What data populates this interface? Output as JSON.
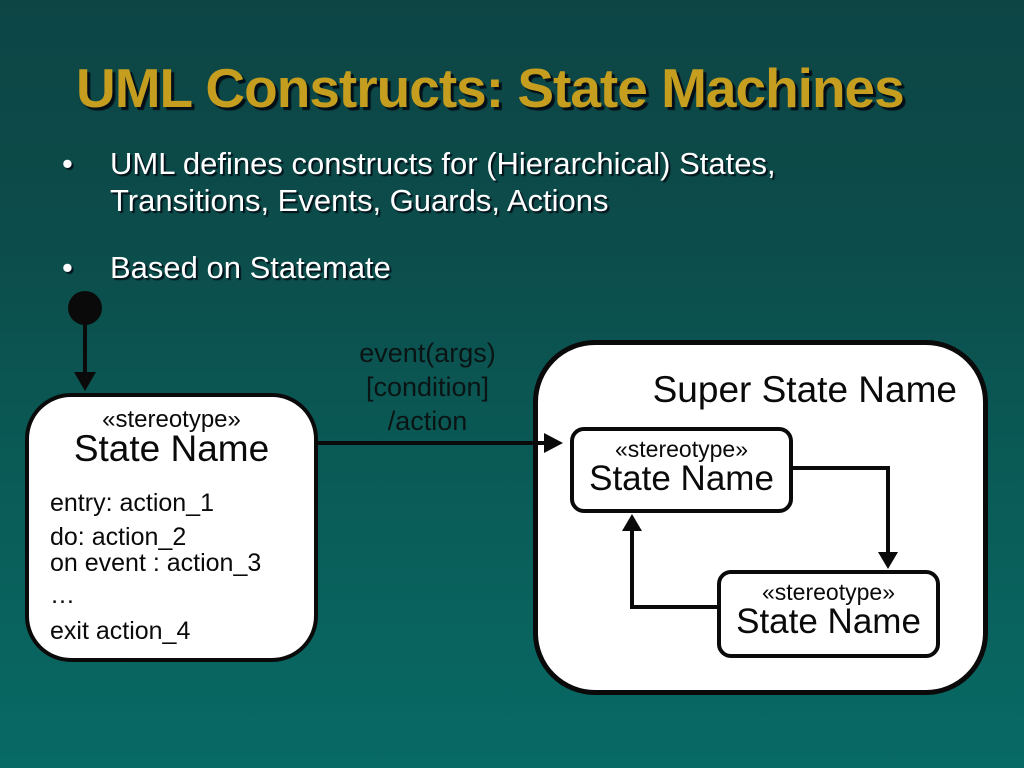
{
  "slide": {
    "title": "UML Constructs: State Machines",
    "bullet_glyph": "•",
    "bullets": [
      {
        "lines": [
          "UML defines constructs for (Hierarchical) States,",
          "Transitions, Events, Guards, Actions"
        ]
      },
      {
        "lines": [
          "Based on Statemate"
        ]
      }
    ]
  },
  "diagram": {
    "initial_state": "initial-state-marker",
    "transition_label": {
      "lines": [
        "event(args)",
        "[condition]",
        "/action"
      ]
    },
    "state": {
      "stereotype": "«stereotype»",
      "name": "State Name",
      "internals": [
        "entry: action_1",
        "do: action_2",
        "on event : action_3",
        "…",
        "exit action_4"
      ]
    },
    "super_state": {
      "name": "Super State Name",
      "substates": [
        {
          "stereotype": "«stereotype»",
          "name": "State Name"
        },
        {
          "stereotype": "«stereotype»",
          "name": "State Name"
        }
      ]
    }
  },
  "colors": {
    "background_top": "#0D4545",
    "background_bottom": "#086A65",
    "title_text": "#C69E1F",
    "body_text": "#FFFFFF",
    "diagram_line": "#0A0A0A",
    "box_fill": "#FFFFFF",
    "label_text": "#0B1414"
  }
}
